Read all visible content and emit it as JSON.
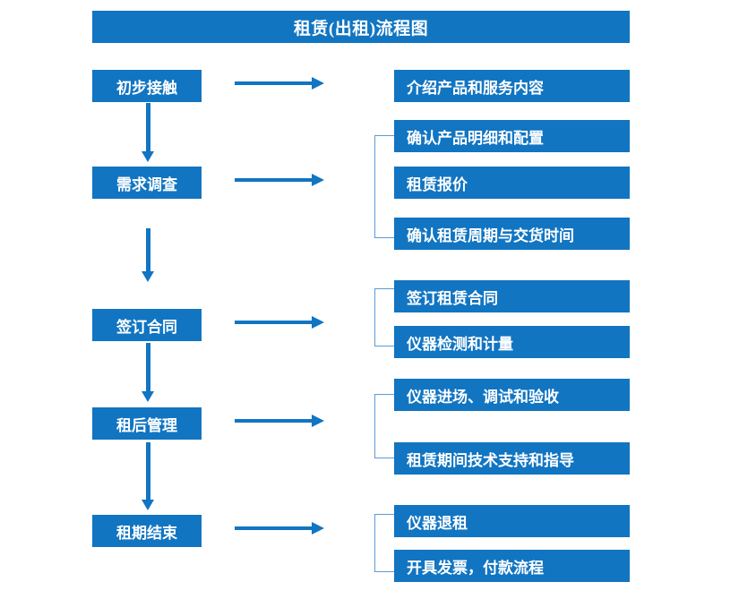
{
  "title": "租赁(出租)流程图",
  "colors": {
    "box_fill": "#1175C2",
    "box_text": "#FFFFFF",
    "arrow": "#1175C2",
    "bracket": "#5B9BD5",
    "background": "#FFFFFF"
  },
  "stages": [
    {
      "label": "初步接触",
      "details": [
        "介绍产品和服务内容"
      ],
      "bracketed": false
    },
    {
      "label": "需求调查",
      "details": [
        "确认产品明细和配置",
        "租赁报价",
        "确认租赁周期与交货时间"
      ],
      "bracketed": true
    },
    {
      "label": "签订合同",
      "details": [
        "签订租赁合同",
        "仪器检测和计量"
      ],
      "bracketed": true
    },
    {
      "label": "租后管理",
      "details": [
        "仪器进场、调试和验收",
        "租赁期间技术支持和指导"
      ],
      "bracketed": true
    },
    {
      "label": "租期结束",
      "details": [
        "仪器退租",
        "开具发票，付款流程"
      ],
      "bracketed": true
    }
  ],
  "icons": {
    "right_arrow": "right-arrow-icon",
    "down_arrow": "down-arrow-icon",
    "bracket": "group-bracket-icon"
  }
}
